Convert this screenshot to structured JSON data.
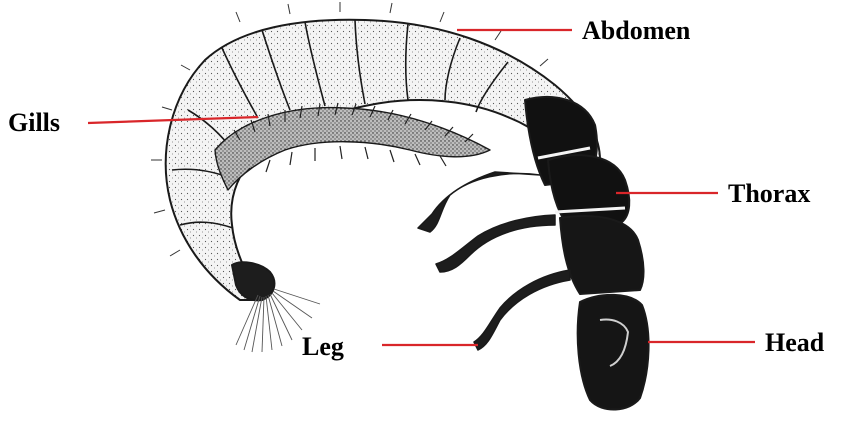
{
  "labels": {
    "abdomen": "Abdomen",
    "gills": "Gills",
    "thorax": "Thorax",
    "leg": "Leg",
    "head": "Head"
  },
  "colors": {
    "leader_line": "#d9262a",
    "ink": "#1a1a1a",
    "body_fill": "#f4f4f4",
    "dark_segment": "#111111"
  },
  "subject_icon": "caddisfly-larva-illustration"
}
